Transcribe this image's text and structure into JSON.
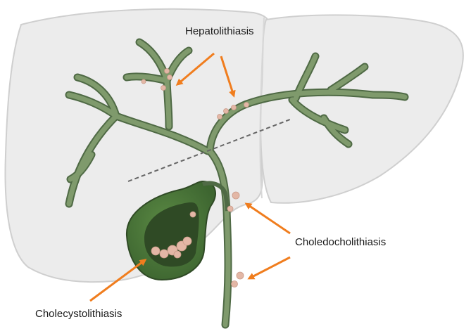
{
  "labels": {
    "hepatolithiasis": "Hepatolithiasis",
    "choledocholithiasis": "Choledocholithiasis",
    "cholecystolithiasis": "Cholecystolithiasis"
  },
  "colors": {
    "liver_fill": "#ececec",
    "liver_stroke": "#cfcfcf",
    "duct_fill": "#7f9a6c",
    "duct_stroke": "#4f6a45",
    "gallbladder_fill": "#4e7a3b",
    "gallbladder_inner": "#2f4a25",
    "stone": "#e3b7a6",
    "arrow": "#f07d1e",
    "dashed_line": "#666666"
  }
}
